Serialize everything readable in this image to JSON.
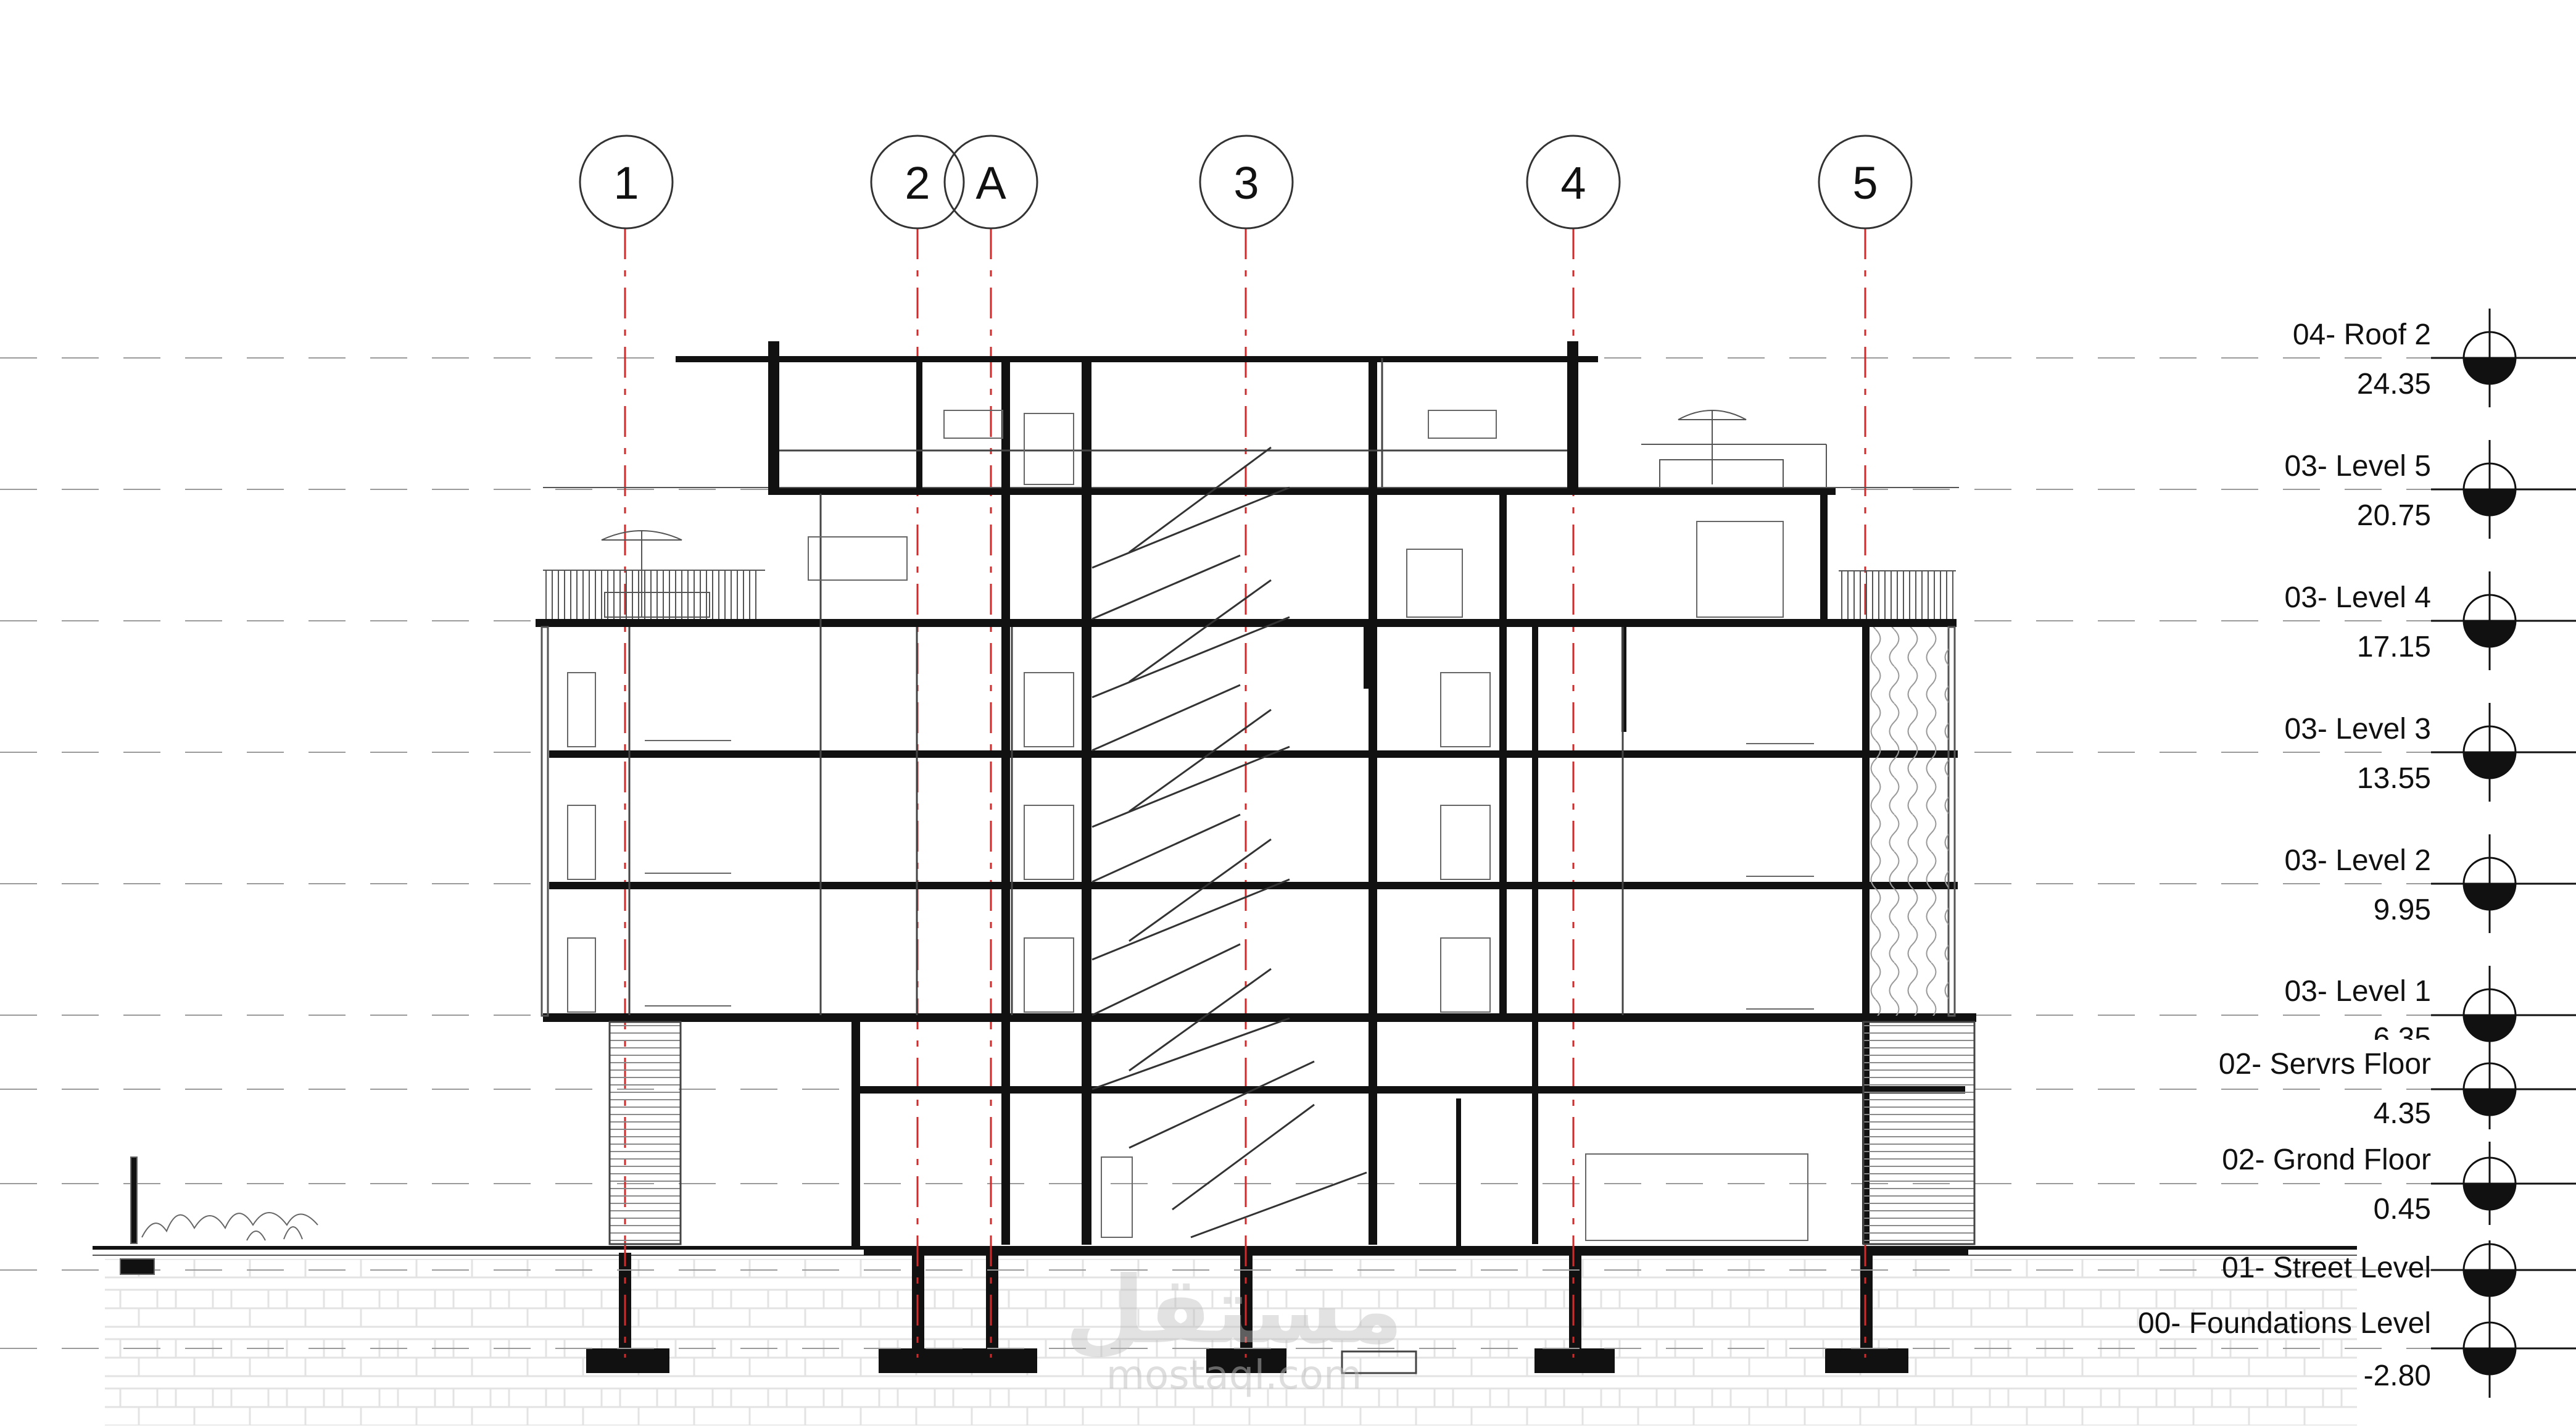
{
  "grid_lines": [
    "1",
    "2",
    "A",
    "3",
    "4",
    "5"
  ],
  "levels": [
    {
      "name": "04- Roof 2",
      "elevation": "24.35"
    },
    {
      "name": "03- Level 5",
      "elevation": "20.75"
    },
    {
      "name": "03- Level 4",
      "elevation": "17.15"
    },
    {
      "name": "03- Level 3",
      "elevation": "13.55"
    },
    {
      "name": "03- Level 2",
      "elevation": "9.95"
    },
    {
      "name": "03- Level 1",
      "elevation": "6.35"
    },
    {
      "name": "02- Servrs Floor",
      "elevation": "4.35"
    },
    {
      "name": "02- Grond Floor",
      "elevation": "0.45"
    },
    {
      "name": "01- Street Level",
      "elevation": ""
    },
    {
      "name": "00- Foundations Level",
      "elevation": "-2.80"
    }
  ],
  "watermark": {
    "main": "مستقل",
    "sub": "mostaql.com"
  },
  "colors": {
    "structure": "#111111",
    "grid": "#d22a2a",
    "thin": "#6a6a6a",
    "hatch": "#9a9a9a"
  }
}
